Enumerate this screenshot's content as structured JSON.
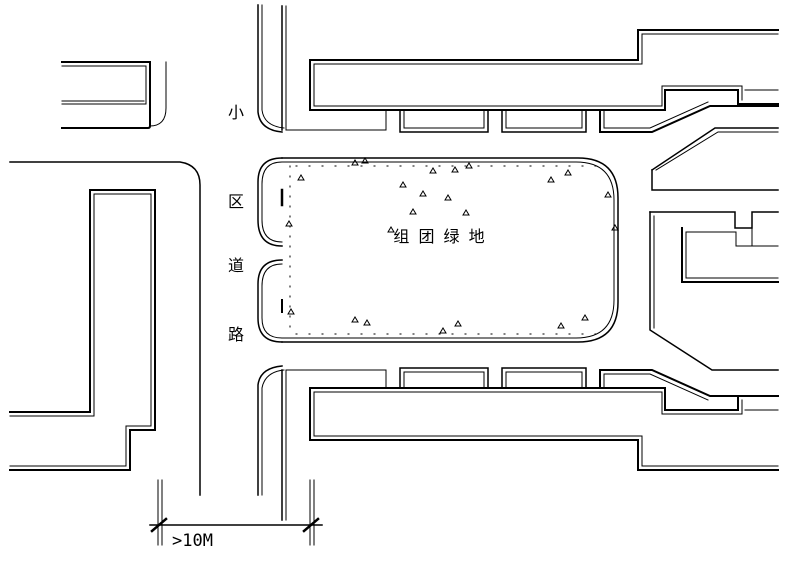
{
  "diagram": {
    "road_label_chars": [
      "小",
      "区",
      "道",
      "路"
    ],
    "green_space_label": "组 团 绿 地",
    "dimension_label": ">10M",
    "line_color": "#000000",
    "background_color": "#ffffff"
  }
}
